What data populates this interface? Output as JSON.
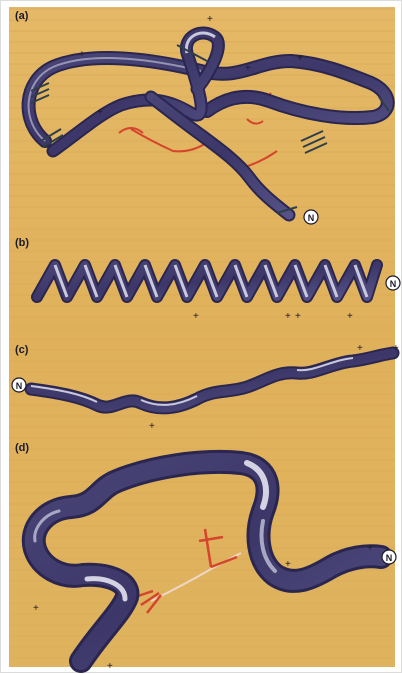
{
  "panels": [
    {
      "label": "(a)",
      "terminal": "N"
    },
    {
      "label": "(b)",
      "terminal": "N"
    },
    {
      "label": "(c)",
      "terminal": "N"
    },
    {
      "label": "(d)",
      "terminal": "N"
    }
  ],
  "colors": {
    "background": "#e2b45e",
    "ribbon_dark": "#3c3768",
    "ribbon_mid": "#5f5a8c",
    "ribbon_light": "#b9b8cf",
    "disulfide_bond": "#d5452d",
    "bond_mark": "#2f3f4a",
    "charge_mark": "#1c1a2a"
  },
  "symbols": {
    "charge": "+"
  }
}
